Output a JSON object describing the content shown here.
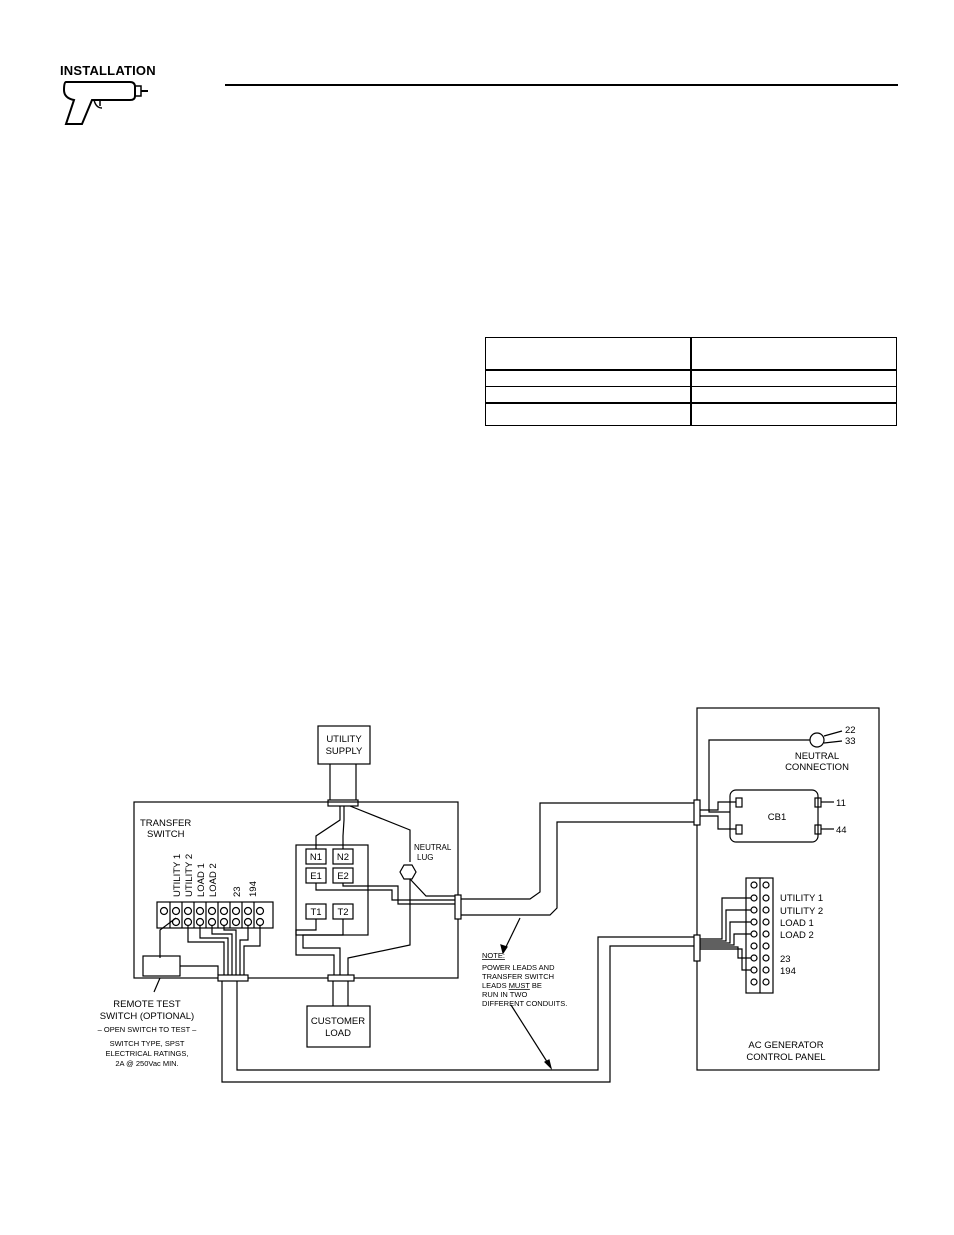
{
  "header": {
    "section_title": "INSTALLATION",
    "icon": "drill-icon"
  },
  "diagram": {
    "utility_supply": [
      "UTILITY",
      "SUPPLY"
    ],
    "transfer_switch": [
      "TRANSFER",
      "SWITCH"
    ],
    "terminal_labels": [
      "UTILITY 1",
      "UTILITY 2",
      "LOAD 1",
      "LOAD 2",
      "23",
      "194"
    ],
    "contacts": [
      "N1",
      "N2",
      "E1",
      "E2",
      "T1",
      "T2"
    ],
    "neutral_lug": [
      "NEUTRAL",
      "LUG"
    ],
    "customer_load": [
      "CUSTOMER",
      "LOAD"
    ],
    "remote_test": {
      "title": [
        "REMOTE TEST",
        "SWITCH (OPTIONAL)"
      ],
      "instruction": "– OPEN SWITCH TO TEST –",
      "ratings": [
        "SWITCH TYPE, SPST",
        "ELECTRICAL RATINGS,",
        "2A @ 250Vac MIN."
      ]
    },
    "note": {
      "heading": "NOTE:",
      "lines": [
        "POWER LEADS AND",
        "TRANSFER SWITCH"
      ],
      "line3_pre": "LEADS ",
      "line3_em": "MUST",
      "line3_post": " BE",
      "lines_after": [
        "RUN IN TWO",
        "DIFFERENT CONDUITS."
      ]
    },
    "neutral_connection": {
      "wires": [
        "22",
        "33"
      ],
      "label": [
        "NEUTRAL",
        "CONNECTION"
      ]
    },
    "breaker": {
      "name": "CB1",
      "wires": [
        "11",
        "44"
      ]
    },
    "panel_terminals": [
      "UTILITY 1",
      "UTILITY 2",
      "LOAD 1",
      "LOAD 2",
      "23",
      "194"
    ],
    "control_panel": [
      "AC GENERATOR",
      "CONTROL PANEL"
    ]
  }
}
